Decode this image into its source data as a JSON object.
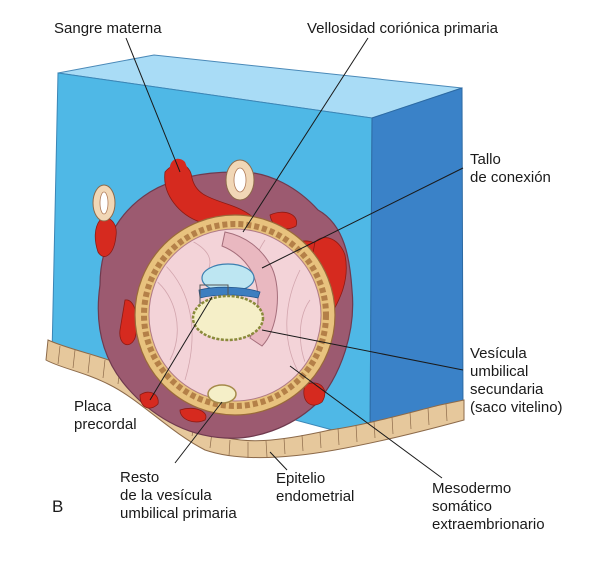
{
  "labels": {
    "sangre_materna": "Sangre materna",
    "vellosidad": "Vellosidad coriónica primaria",
    "tallo": "Tallo\nde conexión",
    "vesicula_secundaria": "Vesícula\numbilical\nsecundaria\n(saco vitelino)",
    "placa": "Placa\nprecordal",
    "resto": "Resto\nde la vesícula\numbilical primaria",
    "epitelio": "Epitelio\nendometrial",
    "mesodermo": "Mesodermo\nsomático\nextraembrionario",
    "panel": "B"
  },
  "colors": {
    "block_top": "#a9dcf6",
    "block_front": "#4fb8e6",
    "block_side": "#3a82c8",
    "decidua": "#9c5a70",
    "maternal_blood": "#d62a1f",
    "trophoblast": "#e8c27e",
    "chorionic_cavity": "#f3d3d8",
    "amnion": "#bde6f2",
    "yolk_sac": "#f5efc8"
  }
}
